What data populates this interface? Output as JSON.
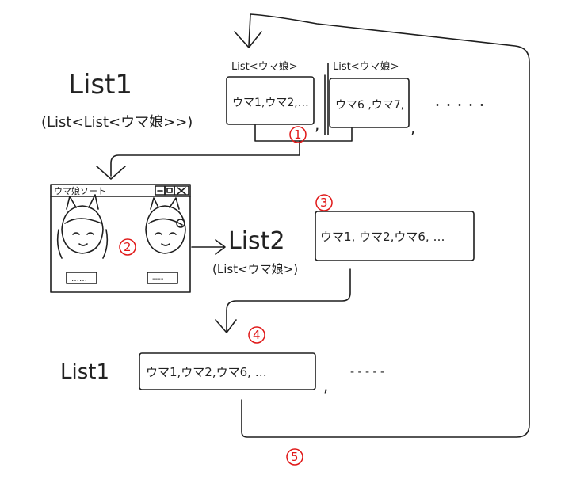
{
  "list1_top": {
    "name": "List1",
    "type": "(List<List<ウマ娘>>)",
    "inner_label_a": "List<ウマ娘>",
    "inner_label_b": "List<ウマ娘>",
    "box_a": "ウマ1,ウマ2,…",
    "box_b": "ウマ6 ,ウマ7,",
    "sep_comma_a": ",",
    "sep_comma_b": ",",
    "ellipsis": "・・・・・"
  },
  "sort_window": {
    "title": "ウマ娘ソート",
    "btn_left": "……",
    "btn_right": "----"
  },
  "list2": {
    "name": "List2",
    "type": "(List<ウマ娘>)",
    "box": "ウマ1, ウマ2,ウマ6, …"
  },
  "list1_bottom": {
    "name": "List1",
    "box": "ウマ1,ウマ2,ウマ6, …",
    "comma": ",",
    "ellipsis": "- - - - -"
  },
  "steps": [
    "1",
    "2",
    "3",
    "4",
    "5"
  ]
}
